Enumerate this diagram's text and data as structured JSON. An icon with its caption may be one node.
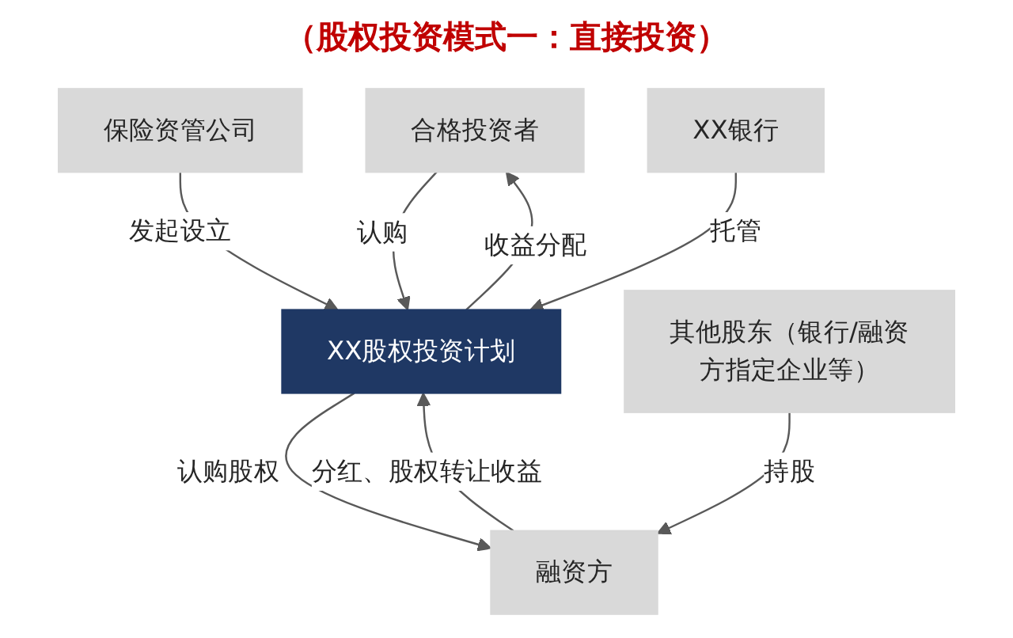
{
  "diagram": {
    "title": "（股权投资模式一：直接投资）",
    "nodes": [
      {
        "text": [
          "合格投资者"
        ]
      },
      {
        "text": [
          "保险资管公司"
        ]
      },
      {
        "text": [
          "XX股权投资计划"
        ]
      },
      {
        "text": [
          "XX银行"
        ]
      },
      {
        "text": [
          "其他股东（银行/融资方指定企业等）"
        ]
      },
      {
        "text": [
          "融资方"
        ]
      }
    ],
    "edges": [
      {
        "from": 2,
        "to": 0,
        "arrow": "to",
        "label": "收益分配"
      },
      {
        "from": 0,
        "to": 2,
        "arrow": "to",
        "label": "认购"
      },
      {
        "from": 1,
        "to": 2,
        "arrow": "to",
        "label": "发起设立"
      },
      {
        "from": 3,
        "to": 2,
        "arrow": "to",
        "label": "托管"
      },
      {
        "from": 5,
        "to": 2,
        "arrow": "to",
        "label": "分红、股权转让收益"
      },
      {
        "from": 2,
        "to": 5,
        "arrow": "to",
        "label": "认购股权"
      },
      {
        "from": 4,
        "to": 5,
        "arrow": "to",
        "label": "持股"
      }
    ]
  }
}
